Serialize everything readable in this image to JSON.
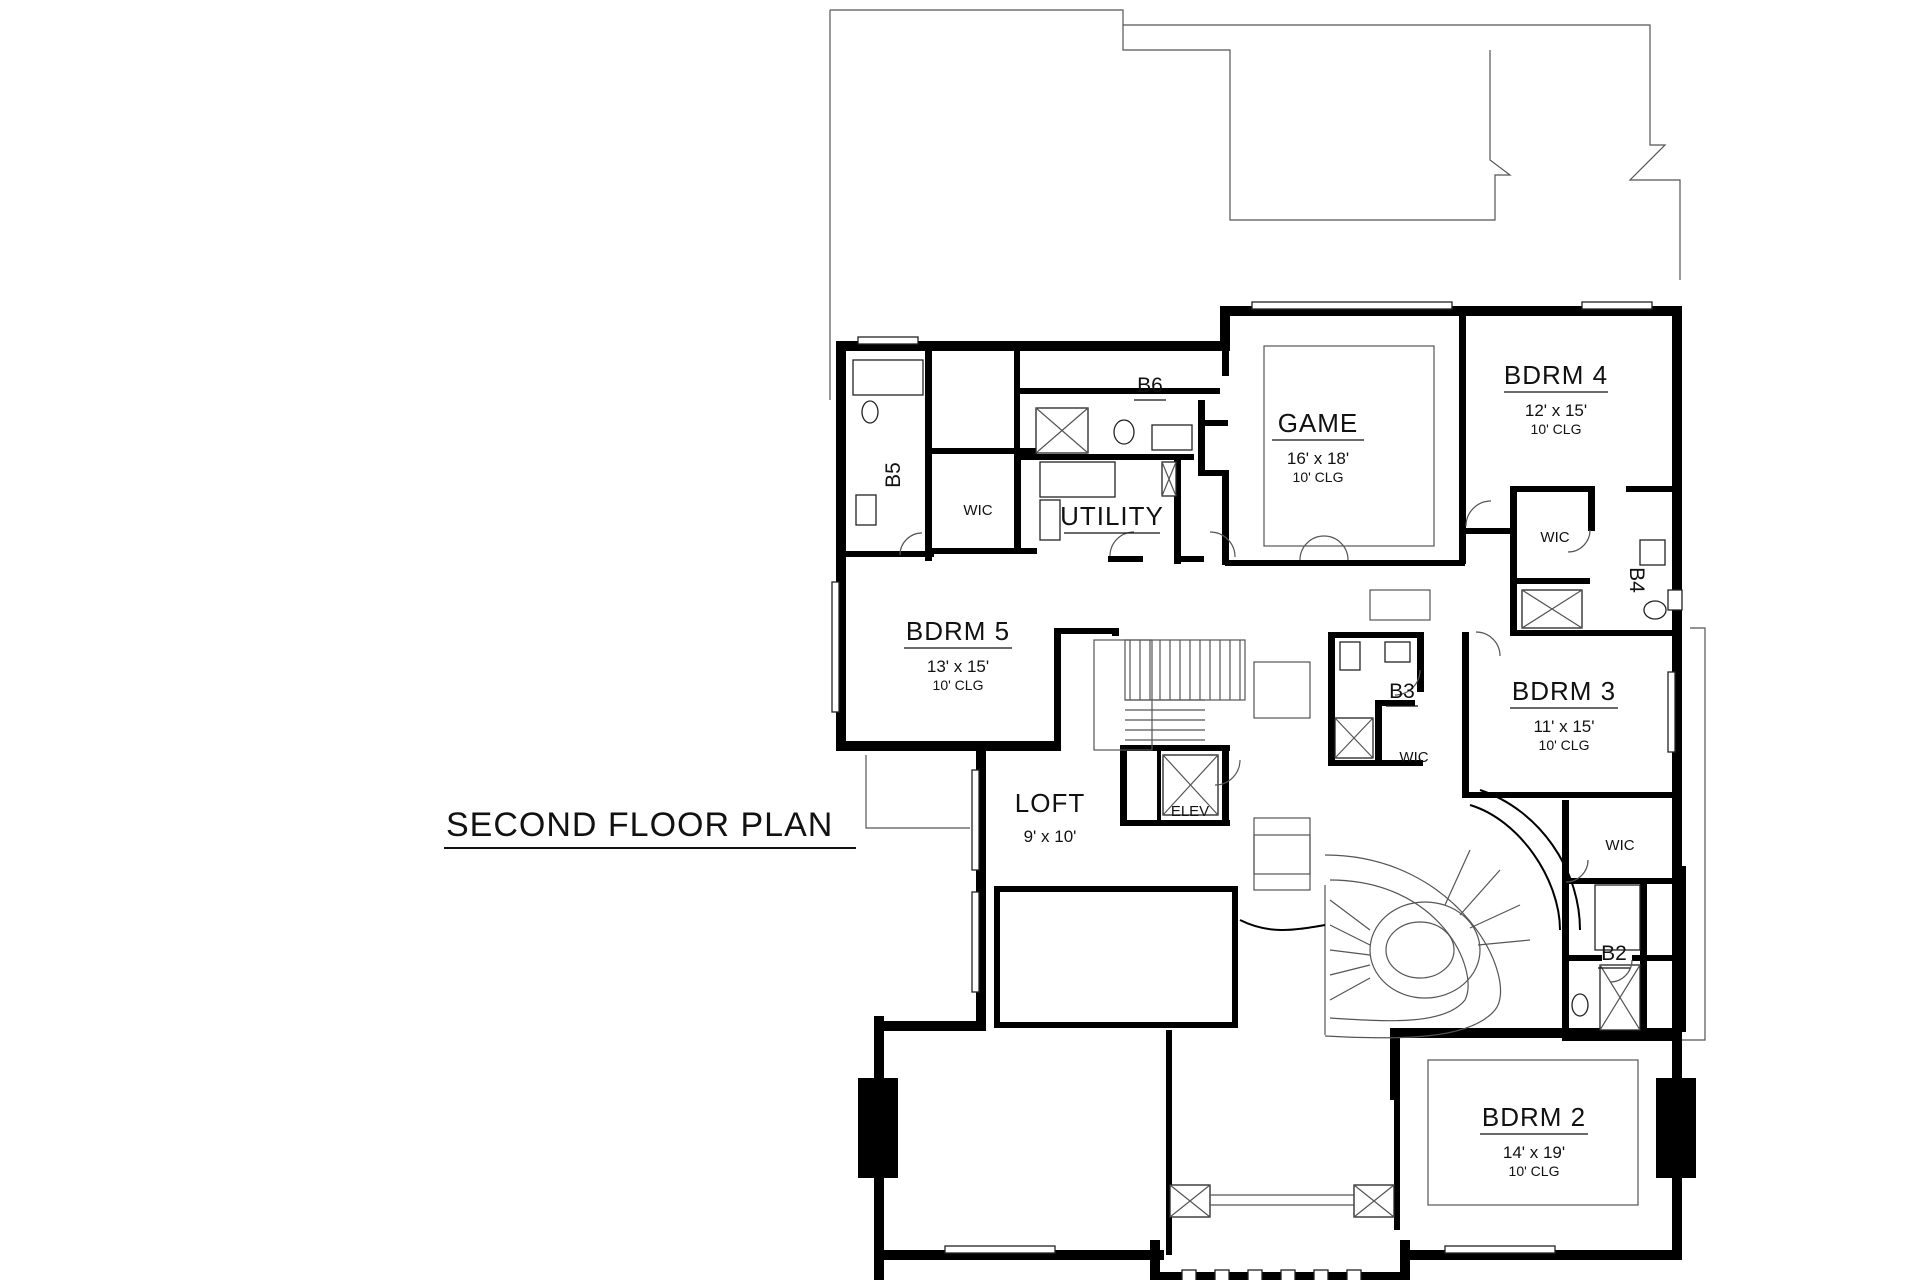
{
  "plan_title": "SECOND FLOOR PLAN",
  "rooms": {
    "game": {
      "name": "GAME",
      "dims": "16' x 18'",
      "ceiling": "10' CLG"
    },
    "bdrm4": {
      "name": "BDRM 4",
      "dims": "12' x 15'",
      "ceiling": "10' CLG"
    },
    "bdrm5": {
      "name": "BDRM 5",
      "dims": "13' x 15'",
      "ceiling": "10' CLG"
    },
    "bdrm3": {
      "name": "BDRM 3",
      "dims": "11' x 15'",
      "ceiling": "10' CLG"
    },
    "bdrm2": {
      "name": "BDRM 2",
      "dims": "14' x 19'",
      "ceiling": "10' CLG"
    },
    "loft": {
      "name": "LOFT",
      "dims": "9' x 10'"
    },
    "utility": {
      "name": "UTILITY"
    },
    "elev": {
      "name": "ELEV"
    },
    "b2": {
      "name": "B2"
    },
    "b3": {
      "name": "B3"
    },
    "b4": {
      "name": "B4"
    },
    "b5": {
      "name": "B5"
    },
    "b6": {
      "name": "B6"
    },
    "wic": "WIC"
  }
}
